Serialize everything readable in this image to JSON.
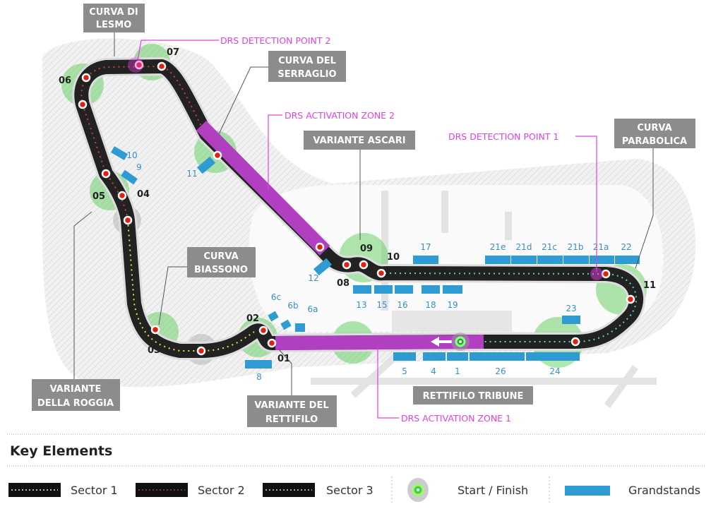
{
  "callouts": {
    "lesmo": [
      "CURVA DI",
      "LESMO"
    ],
    "serraglio": [
      "CURVA DEL",
      "SERRAGLIO"
    ],
    "ascari": "VARIANTE  ASCARI",
    "parabolica": [
      "CURVA",
      "PARABOLICA"
    ],
    "biassono": [
      "CURVA",
      "BIASSONO"
    ],
    "roggia": [
      "VARIANTE",
      "DELLA ROGGIA"
    ],
    "rettifilo": [
      "VARIANTE DEL",
      "RETTIFILO"
    ],
    "tribune": "RETTIFILO TRIBUNE"
  },
  "drs": {
    "detection2": "DRS DETECTION POINT 2",
    "activation2": "DRS ACTIVATION ZONE 2",
    "detection1": "DRS DETECTION POINT 1",
    "activation1": "DRS ACTIVATION ZONE 1"
  },
  "turns": [
    "01",
    "02",
    "03",
    "04",
    "05",
    "06",
    "07",
    "08",
    "09",
    "10",
    "11"
  ],
  "grandstands": [
    "10",
    "9",
    "11",
    "12",
    "13",
    "15",
    "16",
    "17",
    "18",
    "19",
    "21e",
    "21d",
    "21c",
    "21b",
    "21a",
    "22",
    "23",
    "5",
    "4",
    "1",
    "26",
    "24",
    "8",
    "6c",
    "6b",
    "6a"
  ],
  "legend": {
    "title": "Key Elements",
    "sector1": "Sector 1",
    "sector2": "Sector 2",
    "sector3": "Sector 3",
    "start_finish": "Start / Finish",
    "grandstands": "Grandstands"
  },
  "colors": {
    "drs": "#b040c0",
    "grandstand": "#2e9bd2",
    "label_box": "#8c8c8c",
    "track": "#222222"
  }
}
